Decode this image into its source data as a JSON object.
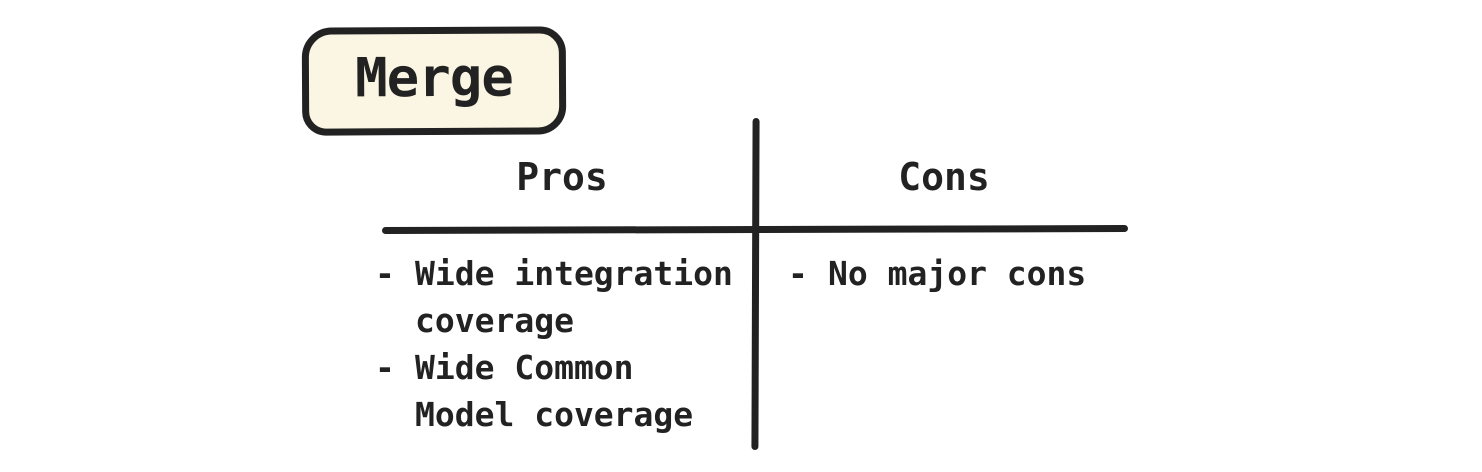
{
  "badge": {
    "label": "Merge"
  },
  "table": {
    "pros": {
      "header": "Pros",
      "items": [
        {
          "bullet": "-",
          "text": "Wide integration\ncoverage"
        },
        {
          "bullet": "-",
          "text": "Wide Common\nModel coverage"
        }
      ]
    },
    "cons": {
      "header": "Cons",
      "items": [
        {
          "bullet": "-",
          "text": "No major cons"
        }
      ]
    }
  },
  "colors": {
    "ink": "#222222",
    "badge_fill": "#faf6e3",
    "background": "#ffffff"
  }
}
